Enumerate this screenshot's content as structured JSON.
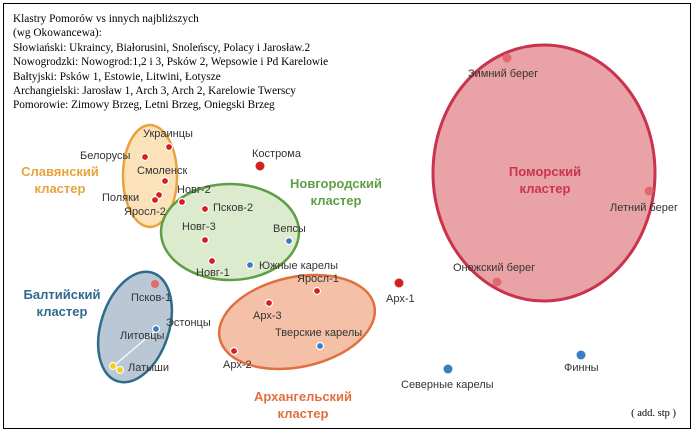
{
  "legend": {
    "lines": [
      "Klastry Pomorów vs innych najbliższych",
      "(wg Okowancewa):",
      "Słowiański: Ukraincy, Białorusini, Snoleńscy, Polacy i Jarosław.2",
      "Nowogrodzki: Nowogrod:1,2 i 3, Psków 2, Wepsowie i Pd Karelowie",
      "Bałtyjski: Psków 1, Estowie, Litwini, Łotysze",
      "Archangielski: Jarosław 1, Arch 3, Arch 2, Karelowie Twerscy",
      "Pomorowie: Zimowy Brzeg, Letni Brzeg, Oniegski Brzeg"
    ]
  },
  "signature": "( add. stp )",
  "colors": {
    "slavic": "#e8a33c",
    "novgorod": "#5f9e45",
    "baltic": "#2f6a8c",
    "arkhangelsk": "#e0703e",
    "pomor": "#c9334e",
    "dot_red": "#d32020",
    "dot_blue": "#3b7dc4",
    "dot_yellow": "#f0d21e",
    "dot_pink": "#e06a70"
  },
  "clusters": {
    "slavic": [
      "Славянский",
      "кластер"
    ],
    "novgorod": [
      "Новгородский",
      "кластер"
    ],
    "baltic": [
      "Балтийский",
      "кластер"
    ],
    "arkhangelsk": [
      "Архангельский",
      "кластер"
    ],
    "pomor": [
      "Поморский",
      "кластер"
    ]
  },
  "points": {
    "ukraintsy": "Украинцы",
    "belorusy": "Белорусы",
    "smolensk": "Смоленск",
    "polyaki": "Поляки",
    "yarosl2": "Яросл-2",
    "novg2": "Новг-2",
    "pskov2": "Псков-2",
    "novg3": "Новг-3",
    "novg1": "Новг-1",
    "vepsy": "Вепсы",
    "yuzhnye_karely": "Южные карелы",
    "kostroma": "Кострома",
    "pskov1": "Псков-1",
    "estontsy": "Эстонцы",
    "litovtsy": "Литовцы",
    "latyshi": "Латыши",
    "yarosl1": "Яросл-1",
    "arkh3": "Арх-3",
    "tverskie_karely": "Тверские карелы",
    "arkh2": "Арх-2",
    "arkh1": "Арх-1",
    "severnye_karely": "Северные карелы",
    "finny": "Финны",
    "zimny_bereg": "Зимний берег",
    "letny_bereg": "Летний берег",
    "onezhsky_bereg": "Онежский берег"
  }
}
